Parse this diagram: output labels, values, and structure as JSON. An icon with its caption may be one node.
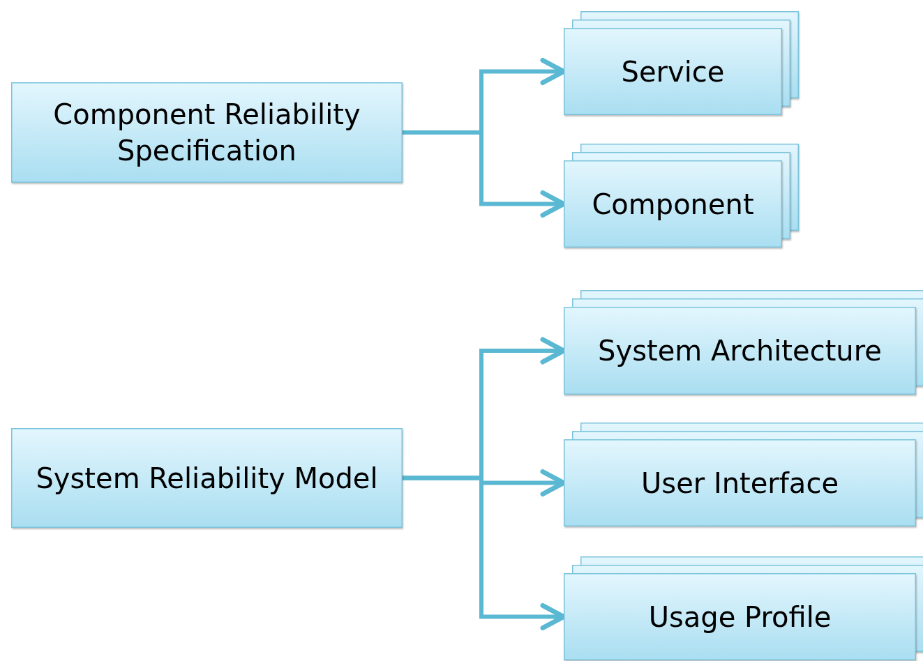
{
  "diagram": {
    "nodes": [
      {
        "text": [
          "Component Reliability Specification"
        ]
      },
      {
        "text": [
          "Service"
        ]
      },
      {
        "text": [
          "Component"
        ]
      },
      {
        "text": [
          "System Reliability Model"
        ]
      },
      {
        "text": [
          "System Architecture"
        ]
      },
      {
        "text": [
          "User Interface"
        ]
      },
      {
        "text": [
          "Usage Profile"
        ]
      }
    ],
    "edges": [
      {
        "from": 0,
        "to": 1,
        "arrow": "to"
      },
      {
        "from": 0,
        "to": 2,
        "arrow": "to"
      },
      {
        "from": 3,
        "to": 4,
        "arrow": "to"
      },
      {
        "from": 3,
        "to": 5,
        "arrow": "to"
      },
      {
        "from": 3,
        "to": 6,
        "arrow": "to"
      }
    ]
  }
}
